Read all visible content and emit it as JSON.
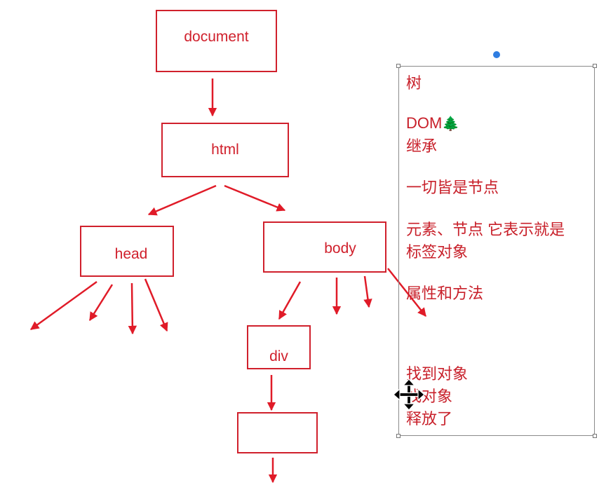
{
  "nodes": {
    "document": "document",
    "html": "html",
    "head": "head",
    "body": "body",
    "div": "div",
    "empty": ""
  },
  "notes": {
    "line1": "树",
    "line2": "DOM",
    "line2_emoji": "🌲",
    "line3": "继承",
    "line4": "一切皆是节点",
    "line5": "元素、节点 它表示就是",
    "line6": "标签对象",
    "line7": "属性和方法",
    "line8": "找到对象",
    "line9": "找对象",
    "line10": "释放了"
  },
  "colors": {
    "accent": "#d0202c",
    "selection_border": "#8a8a8a",
    "rotate_handle": "#2f7de1"
  }
}
